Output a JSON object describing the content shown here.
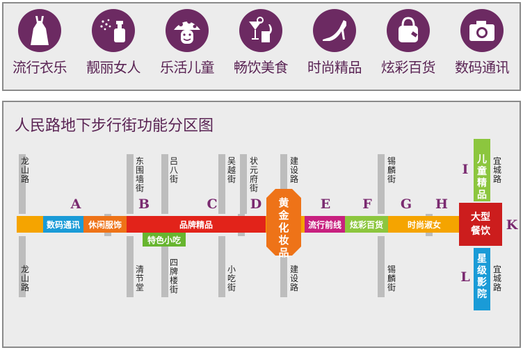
{
  "categories": [
    {
      "label": "流行衣乐",
      "icon": "dress-icon"
    },
    {
      "label": "靓丽女人",
      "icon": "perfume-icon"
    },
    {
      "label": "乐活儿童",
      "icon": "mushroom-icon"
    },
    {
      "label": "畅饮美食",
      "icon": "drinks-icon"
    },
    {
      "label": "时尚精品",
      "icon": "high-heel-icon"
    },
    {
      "label": "炫彩百货",
      "icon": "shopping-bag-icon"
    },
    {
      "label": "数码通讯",
      "icon": "camera-icon"
    }
  ],
  "map": {
    "title": "人民路地下步行街功能分区图",
    "streets_top": [
      "龙山路",
      "东围墙街",
      "吕八街",
      "吴越街",
      "状元府街",
      "建设路",
      "锡麟街",
      "宜城路"
    ],
    "streets_bottom": [
      "龙山路",
      "清节堂",
      "四牌楼街",
      "小吃街",
      "建设路",
      "锡麟街",
      "宜城路"
    ],
    "zone_letters": [
      "A",
      "B",
      "C",
      "D",
      "E",
      "F",
      "G",
      "H",
      "I",
      "K",
      "L"
    ],
    "segments": {
      "digital": "数码通讯",
      "casual": "休闲服饰",
      "brand": "品牌精品",
      "snack": "特色小吃",
      "gold": "黄金化妆品",
      "trend": "流行前线",
      "colorful": "炫彩百货",
      "lady": "时尚淑女",
      "kids": "儿童精品",
      "dining": "大型餐饮",
      "cinema": "星级影院"
    },
    "colors": {
      "purple": "#6c2a62",
      "orange": "#f5a400",
      "blue": "#1a9bd7",
      "red": "#e2231a",
      "green": "#67b52f",
      "dark_orange": "#ee7318",
      "magenta": "#c8207f",
      "lime": "#8cc63e",
      "dark_red": "#cc1d1d"
    }
  }
}
